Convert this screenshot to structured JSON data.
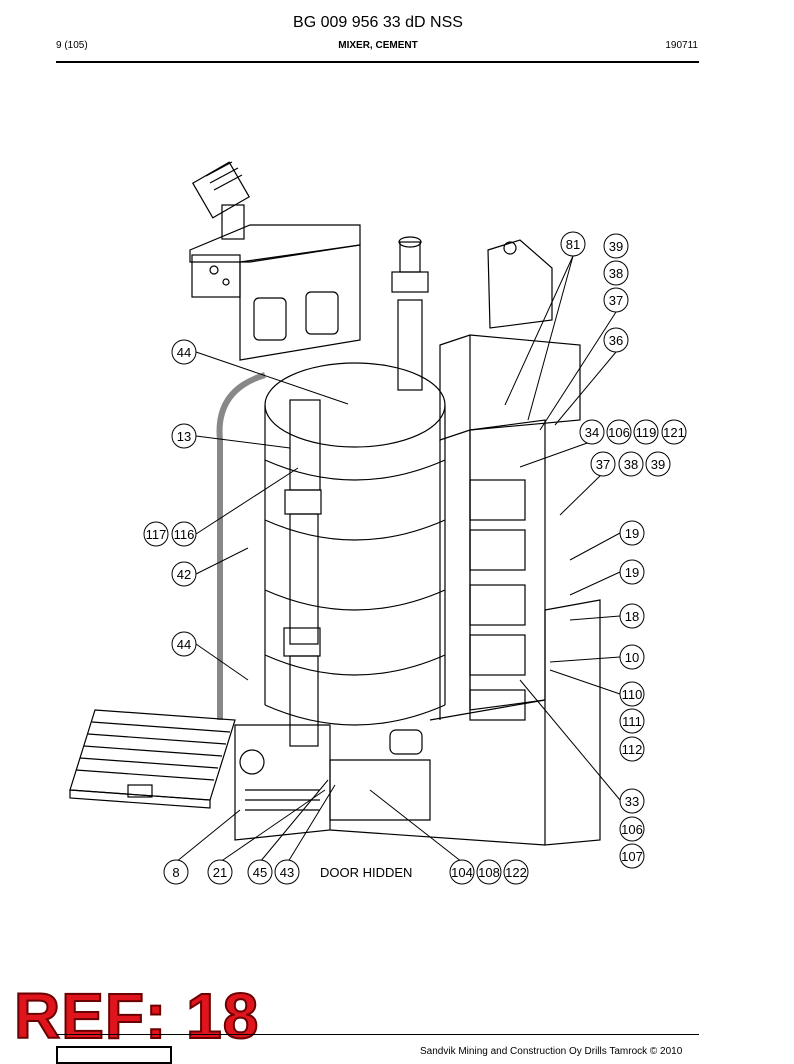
{
  "header": {
    "document_number": "BG 009 956 33 dD NSS",
    "page": "9 (105)",
    "section_title": "MIXER, CEMENT",
    "date_code": "190711"
  },
  "figure": {
    "note": "DOOR HIDDEN",
    "callouts": [
      {
        "id": "c81",
        "label": "81"
      },
      {
        "id": "c39a",
        "label": "39"
      },
      {
        "id": "c38a",
        "label": "38"
      },
      {
        "id": "c37a",
        "label": "37"
      },
      {
        "id": "c36",
        "label": "36"
      },
      {
        "id": "c44a",
        "label": "44"
      },
      {
        "id": "c13",
        "label": "13"
      },
      {
        "id": "c34",
        "label": "34"
      },
      {
        "id": "c106a",
        "label": "106"
      },
      {
        "id": "c119",
        "label": "119"
      },
      {
        "id": "c121",
        "label": "121"
      },
      {
        "id": "c37b",
        "label": "37"
      },
      {
        "id": "c38b",
        "label": "38"
      },
      {
        "id": "c39b",
        "label": "39"
      },
      {
        "id": "c117",
        "label": "117"
      },
      {
        "id": "c116",
        "label": "116"
      },
      {
        "id": "c19a",
        "label": "19"
      },
      {
        "id": "c19b",
        "label": "19"
      },
      {
        "id": "c42",
        "label": "42"
      },
      {
        "id": "c18",
        "label": "18"
      },
      {
        "id": "c44b",
        "label": "44"
      },
      {
        "id": "c10",
        "label": "10"
      },
      {
        "id": "c110",
        "label": "110"
      },
      {
        "id": "c111",
        "label": "111"
      },
      {
        "id": "c112",
        "label": "112"
      },
      {
        "id": "c33",
        "label": "33"
      },
      {
        "id": "c106b",
        "label": "106"
      },
      {
        "id": "c107",
        "label": "107"
      },
      {
        "id": "c8",
        "label": "8"
      },
      {
        "id": "c21",
        "label": "21"
      },
      {
        "id": "c45",
        "label": "45"
      },
      {
        "id": "c43",
        "label": "43"
      },
      {
        "id": "c104",
        "label": "104"
      },
      {
        "id": "c108",
        "label": "108"
      },
      {
        "id": "c122",
        "label": "122"
      }
    ]
  },
  "stamp": {
    "text": "REF: 18"
  },
  "footer": {
    "text": "Sandvik Mining and Construction Oy Drills Tamrock © 2010"
  }
}
